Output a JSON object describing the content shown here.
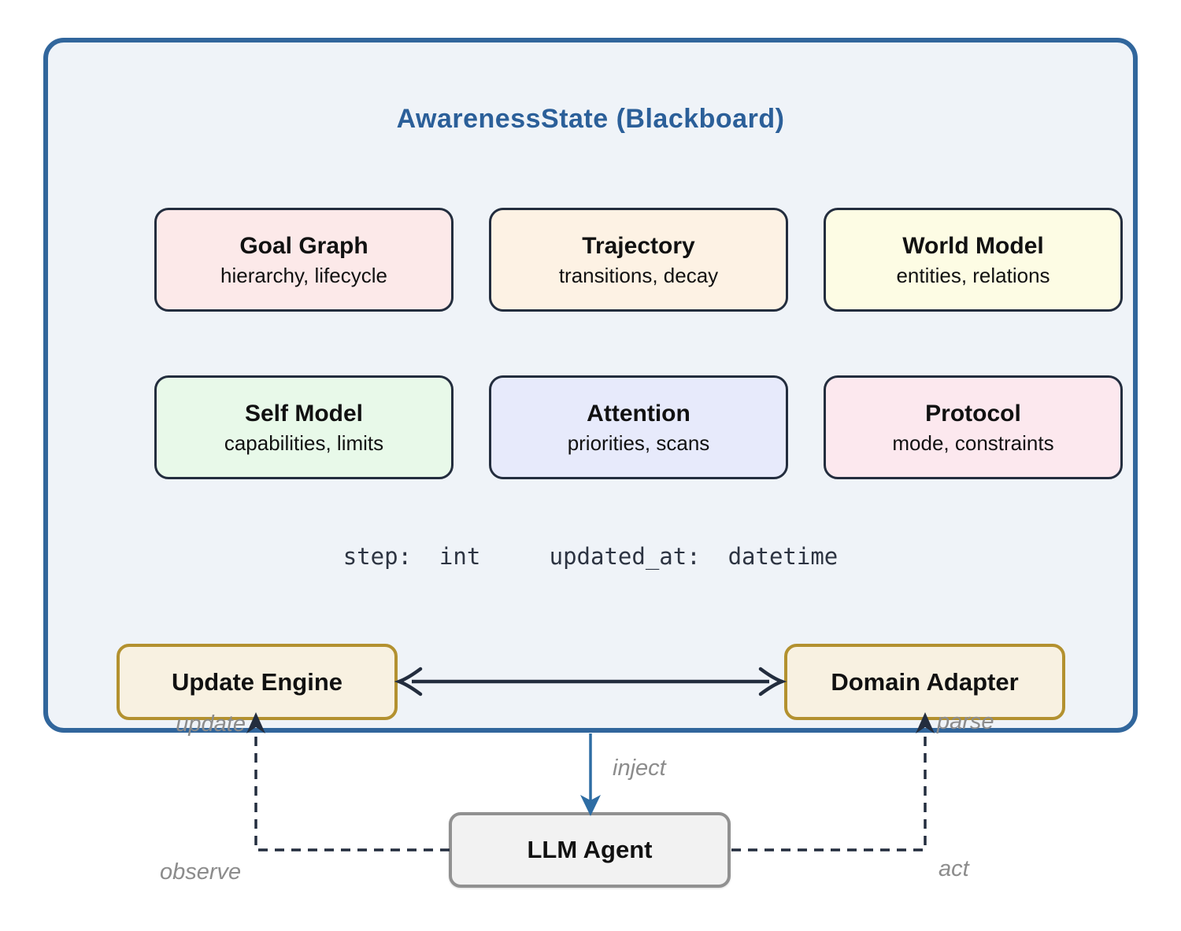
{
  "board": {
    "title": "AwarenessState (Blackboard)",
    "cells": [
      {
        "title": "Goal Graph",
        "subtitle": "hierarchy, lifecycle",
        "bg": "#fce9e9"
      },
      {
        "title": "Trajectory",
        "subtitle": "transitions, decay",
        "bg": "#fdf2e4"
      },
      {
        "title": "World Model",
        "subtitle": "entities, relations",
        "bg": "#fdfce4"
      },
      {
        "title": "Self Model",
        "subtitle": "capabilities, limits",
        "bg": "#e8f9e9"
      },
      {
        "title": "Attention",
        "subtitle": "priorities, scans",
        "bg": "#e7eafb"
      },
      {
        "title": "Protocol",
        "subtitle": "mode, constraints",
        "bg": "#fce8ee"
      }
    ],
    "meta_fields": "step:  int     updated_at:  datetime",
    "engine_label": "Update Engine",
    "adapter_label": "Domain Adapter"
  },
  "agent": {
    "label": "LLM Agent"
  },
  "edges": {
    "inject": "inject",
    "update": "update",
    "parse": "parse",
    "observe": "observe",
    "act": "act"
  },
  "colors": {
    "board_border": "#31669c",
    "board_bg": "#eff3f8",
    "board_title": "#2b5f99",
    "node_border_dark": "#232d3e",
    "gold_border": "#b3912f",
    "gold_bg": "#f8f1e1",
    "agent_border": "#919191",
    "agent_bg": "#f2f2f2",
    "inject_arrow": "#2e6da4",
    "edge_label_gray": "#8c8c8c",
    "meta_text": "#2d3442"
  }
}
